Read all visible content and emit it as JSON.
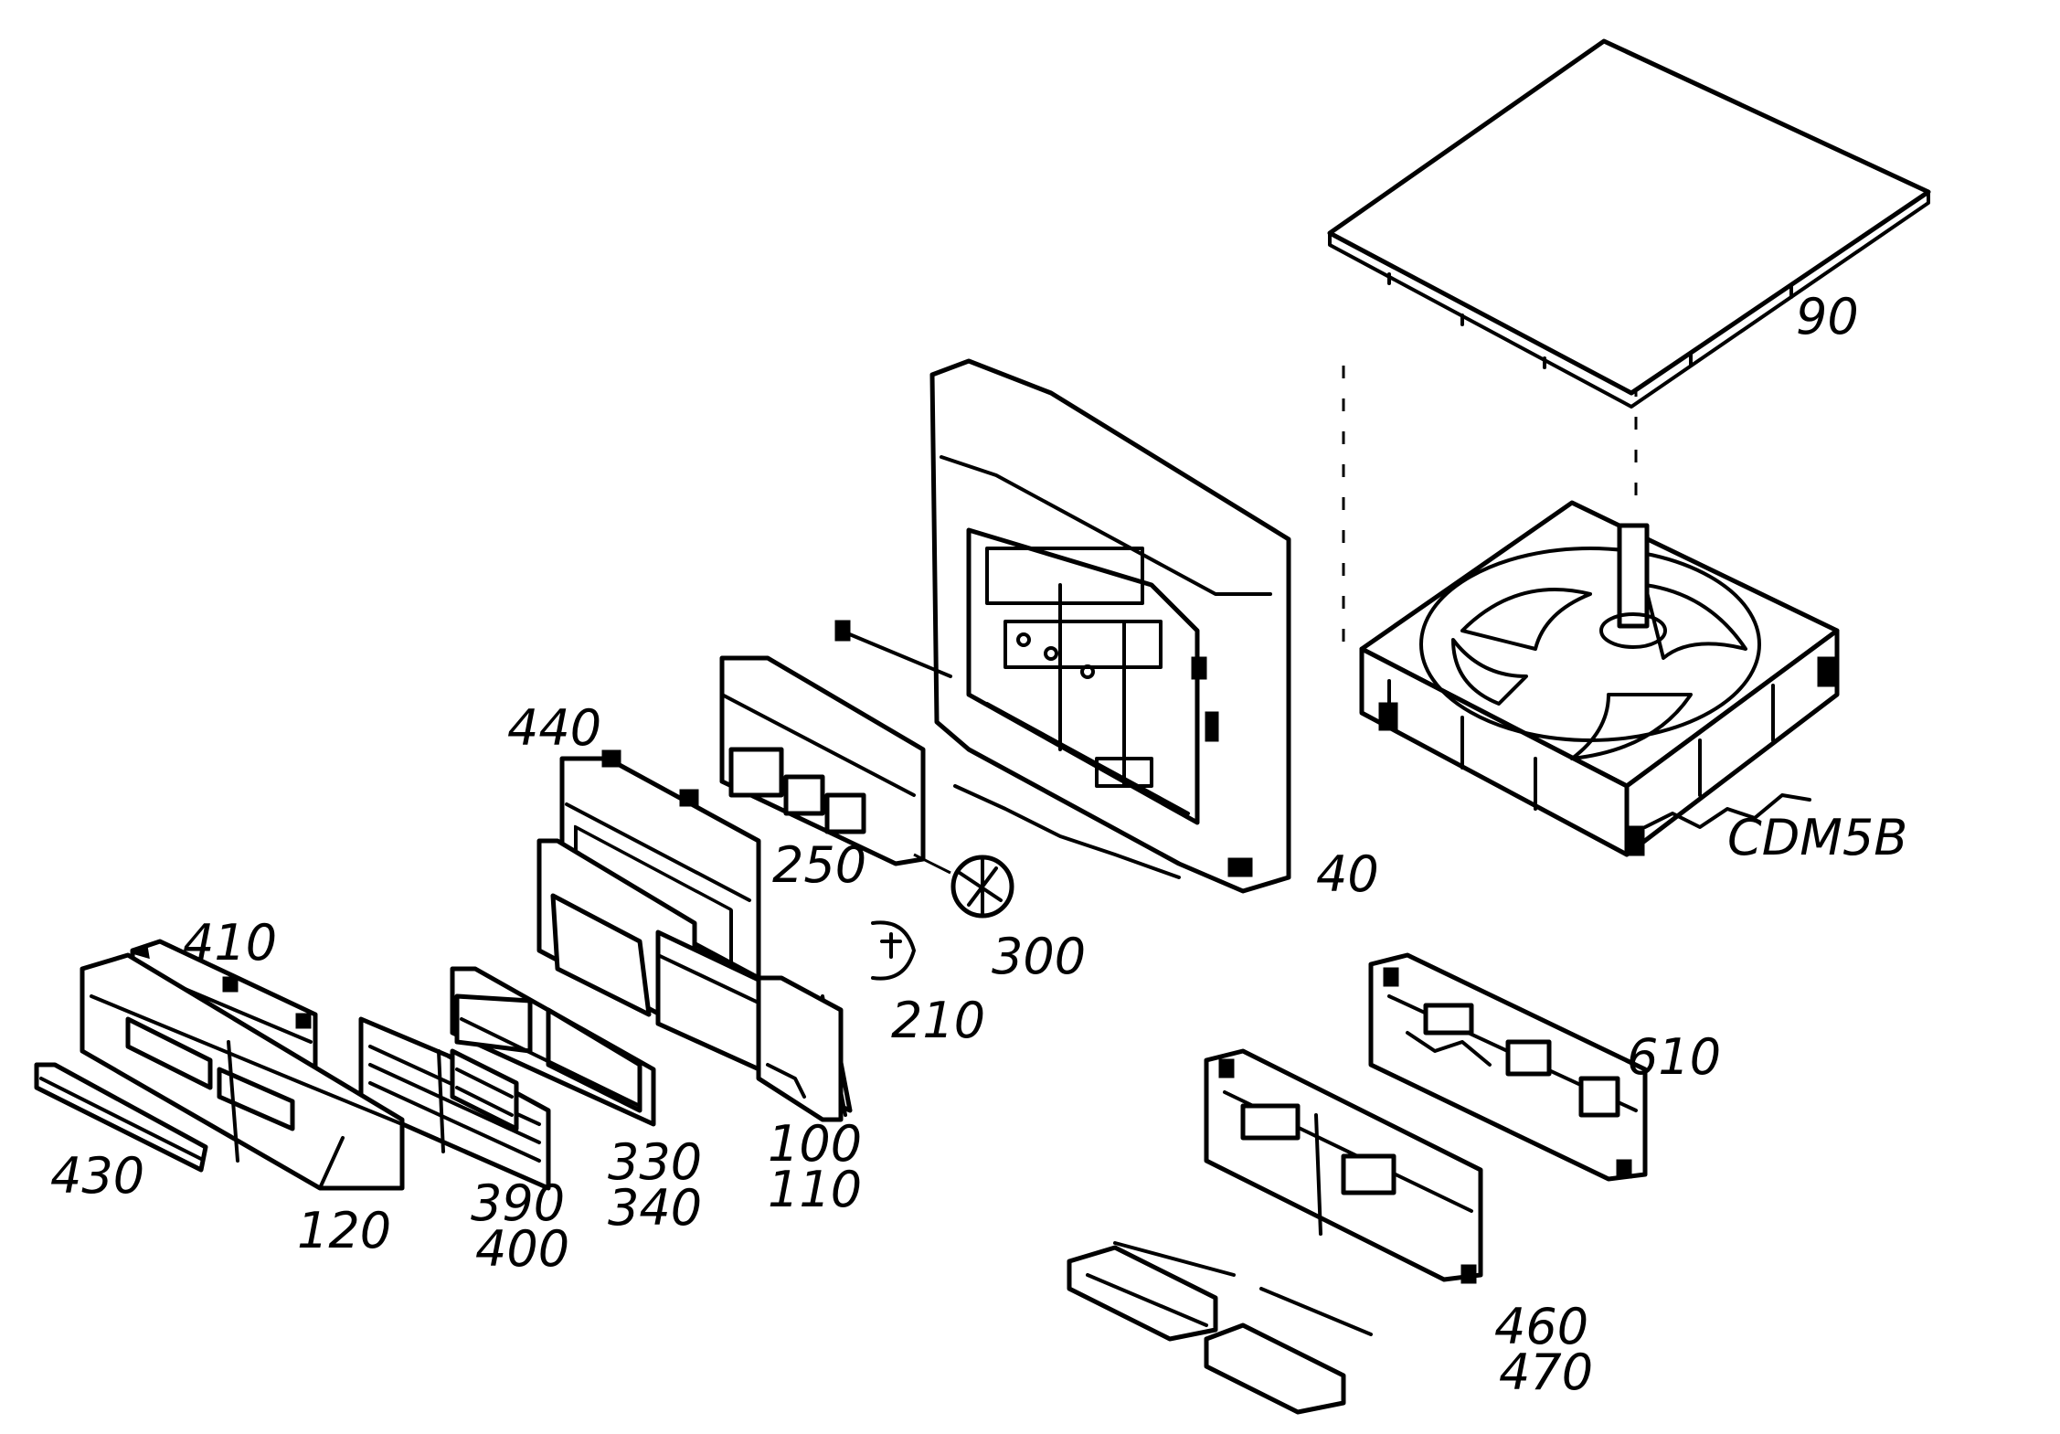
{
  "labels": {
    "p90": "90",
    "cdm5b": "CDM5B",
    "p40": "40",
    "p440": "440",
    "p250": "250",
    "p300": "300",
    "p210": "210",
    "p410": "410",
    "p430": "430",
    "p120": "120",
    "p390": "390",
    "p400": "400",
    "p330": "330",
    "p340": "340",
    "p100": "100",
    "p110": "110",
    "p610": "610",
    "p460": "460",
    "p470": "470"
  }
}
